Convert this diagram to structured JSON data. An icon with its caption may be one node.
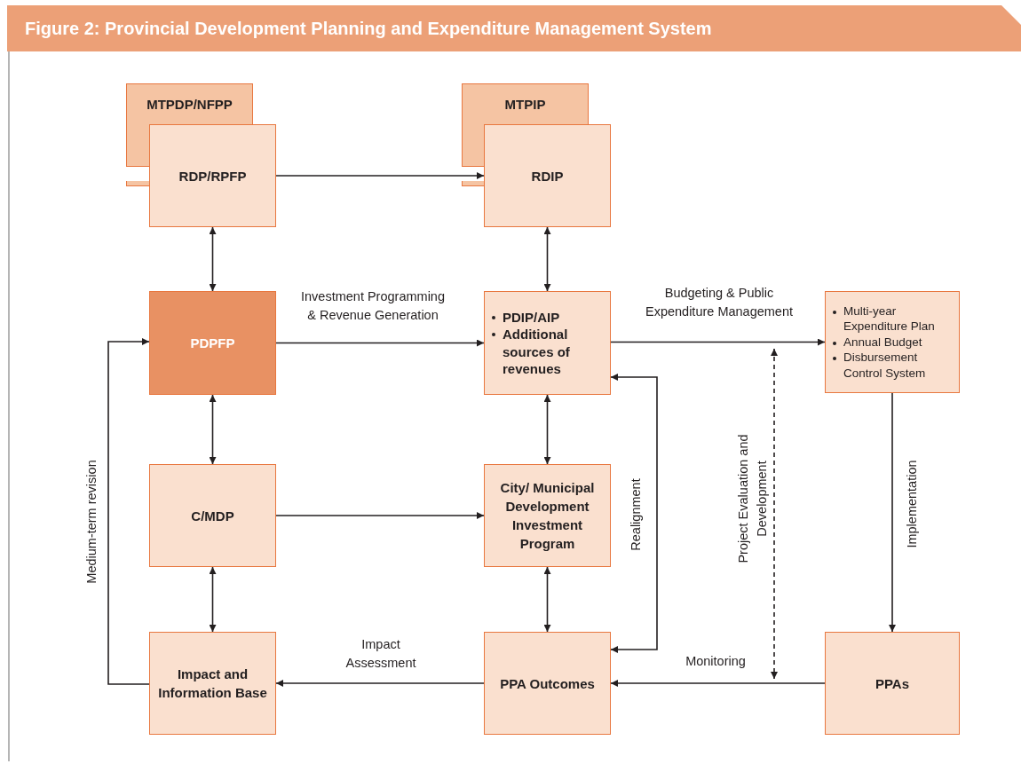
{
  "diagram": {
    "title": "Figure 2:  Provincial Development Planning and Expenditure Management System",
    "nodes": [
      {
        "text": [
          "MTPDP/NFPP"
        ]
      },
      {
        "text": [
          "RDP/RPFP"
        ]
      },
      {
        "text": [
          "MTPIP"
        ]
      },
      {
        "text": [
          "RDIP"
        ]
      },
      {
        "text": [
          "PDPFP"
        ]
      },
      {
        "text": [
          "PDIP/AIP",
          "Additional sources of revenues"
        ]
      },
      {
        "text": [
          "Multi-year Expenditure Plan",
          "Annual Budget",
          "Disbursement Control System"
        ]
      },
      {
        "text": [
          "C/MDP"
        ]
      },
      {
        "text": [
          "City/ Municipal Development Investment Program"
        ]
      },
      {
        "text": [
          "Impact and Information Base"
        ]
      },
      {
        "text": [
          "PPA Outcomes"
        ]
      },
      {
        "text": [
          "PPAs"
        ]
      }
    ],
    "edges": [
      {
        "from": 1,
        "to": 3,
        "arrow": "to"
      },
      {
        "from": 1,
        "to": 4,
        "arrow": "both"
      },
      {
        "from": 3,
        "to": 5,
        "arrow": "both"
      },
      {
        "from": 4,
        "to": 5,
        "arrow": "to",
        "label": "Investment Programming & Revenue Generation"
      },
      {
        "from": 5,
        "to": 6,
        "arrow": "to",
        "label": "Budgeting & Public Expenditure Management"
      },
      {
        "from": 4,
        "to": 7,
        "arrow": "both"
      },
      {
        "from": 5,
        "to": 8,
        "arrow": "both"
      },
      {
        "from": 7,
        "to": 8,
        "arrow": "to"
      },
      {
        "from": 7,
        "to": 9,
        "arrow": "both"
      },
      {
        "from": 8,
        "to": 10,
        "arrow": "both"
      },
      {
        "from": 10,
        "to": 9,
        "arrow": "to",
        "label": "Impact Assessment"
      },
      {
        "from": 11,
        "to": 10,
        "arrow": "to",
        "label": "Monitoring"
      },
      {
        "from": 6,
        "to": 11,
        "arrow": "to",
        "label": "Implementation"
      },
      {
        "from": 9,
        "to": 4,
        "arrow": "to",
        "label": "Medium-term revision"
      },
      {
        "from": 5,
        "to": 10,
        "arrow": "both",
        "label": "Realignment"
      }
    ],
    "labels": [
      "Project Evaluation and Development"
    ]
  }
}
